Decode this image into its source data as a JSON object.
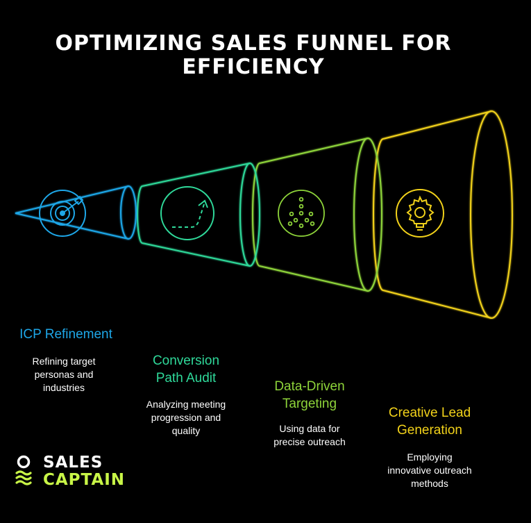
{
  "title": {
    "line1": "OPTIMIZING SALES FUNNEL FOR",
    "line2": "EFFICIENCY"
  },
  "colors": {
    "background": "#000000",
    "stage1": "#1EA7E8",
    "stage2": "#2FD99A",
    "stage3": "#8ED43A",
    "stage4": "#F2D21A",
    "logo_accent": "#C8F547"
  },
  "stages": [
    {
      "icon": "target-icon",
      "title_lines": [
        "ICP Refinement"
      ],
      "desc_lines": [
        "Refining target",
        "personas and",
        "industries"
      ]
    },
    {
      "icon": "trend-arrow-icon",
      "title_lines": [
        "Conversion",
        "Path Audit"
      ],
      "desc_lines": [
        "Analyzing meeting",
        "progression and",
        "quality"
      ]
    },
    {
      "icon": "dots-funnel-icon",
      "title_lines": [
        "Data-Driven",
        "Targeting"
      ],
      "desc_lines": [
        "Using data for",
        "precise outreach"
      ]
    },
    {
      "icon": "lightbulb-gear-icon",
      "title_lines": [
        "Creative Lead",
        "Generation"
      ],
      "desc_lines": [
        "Employing",
        "innovative outreach",
        "methods"
      ]
    }
  ],
  "logo": {
    "line1": "SALES",
    "line2": "CAPTAIN"
  }
}
